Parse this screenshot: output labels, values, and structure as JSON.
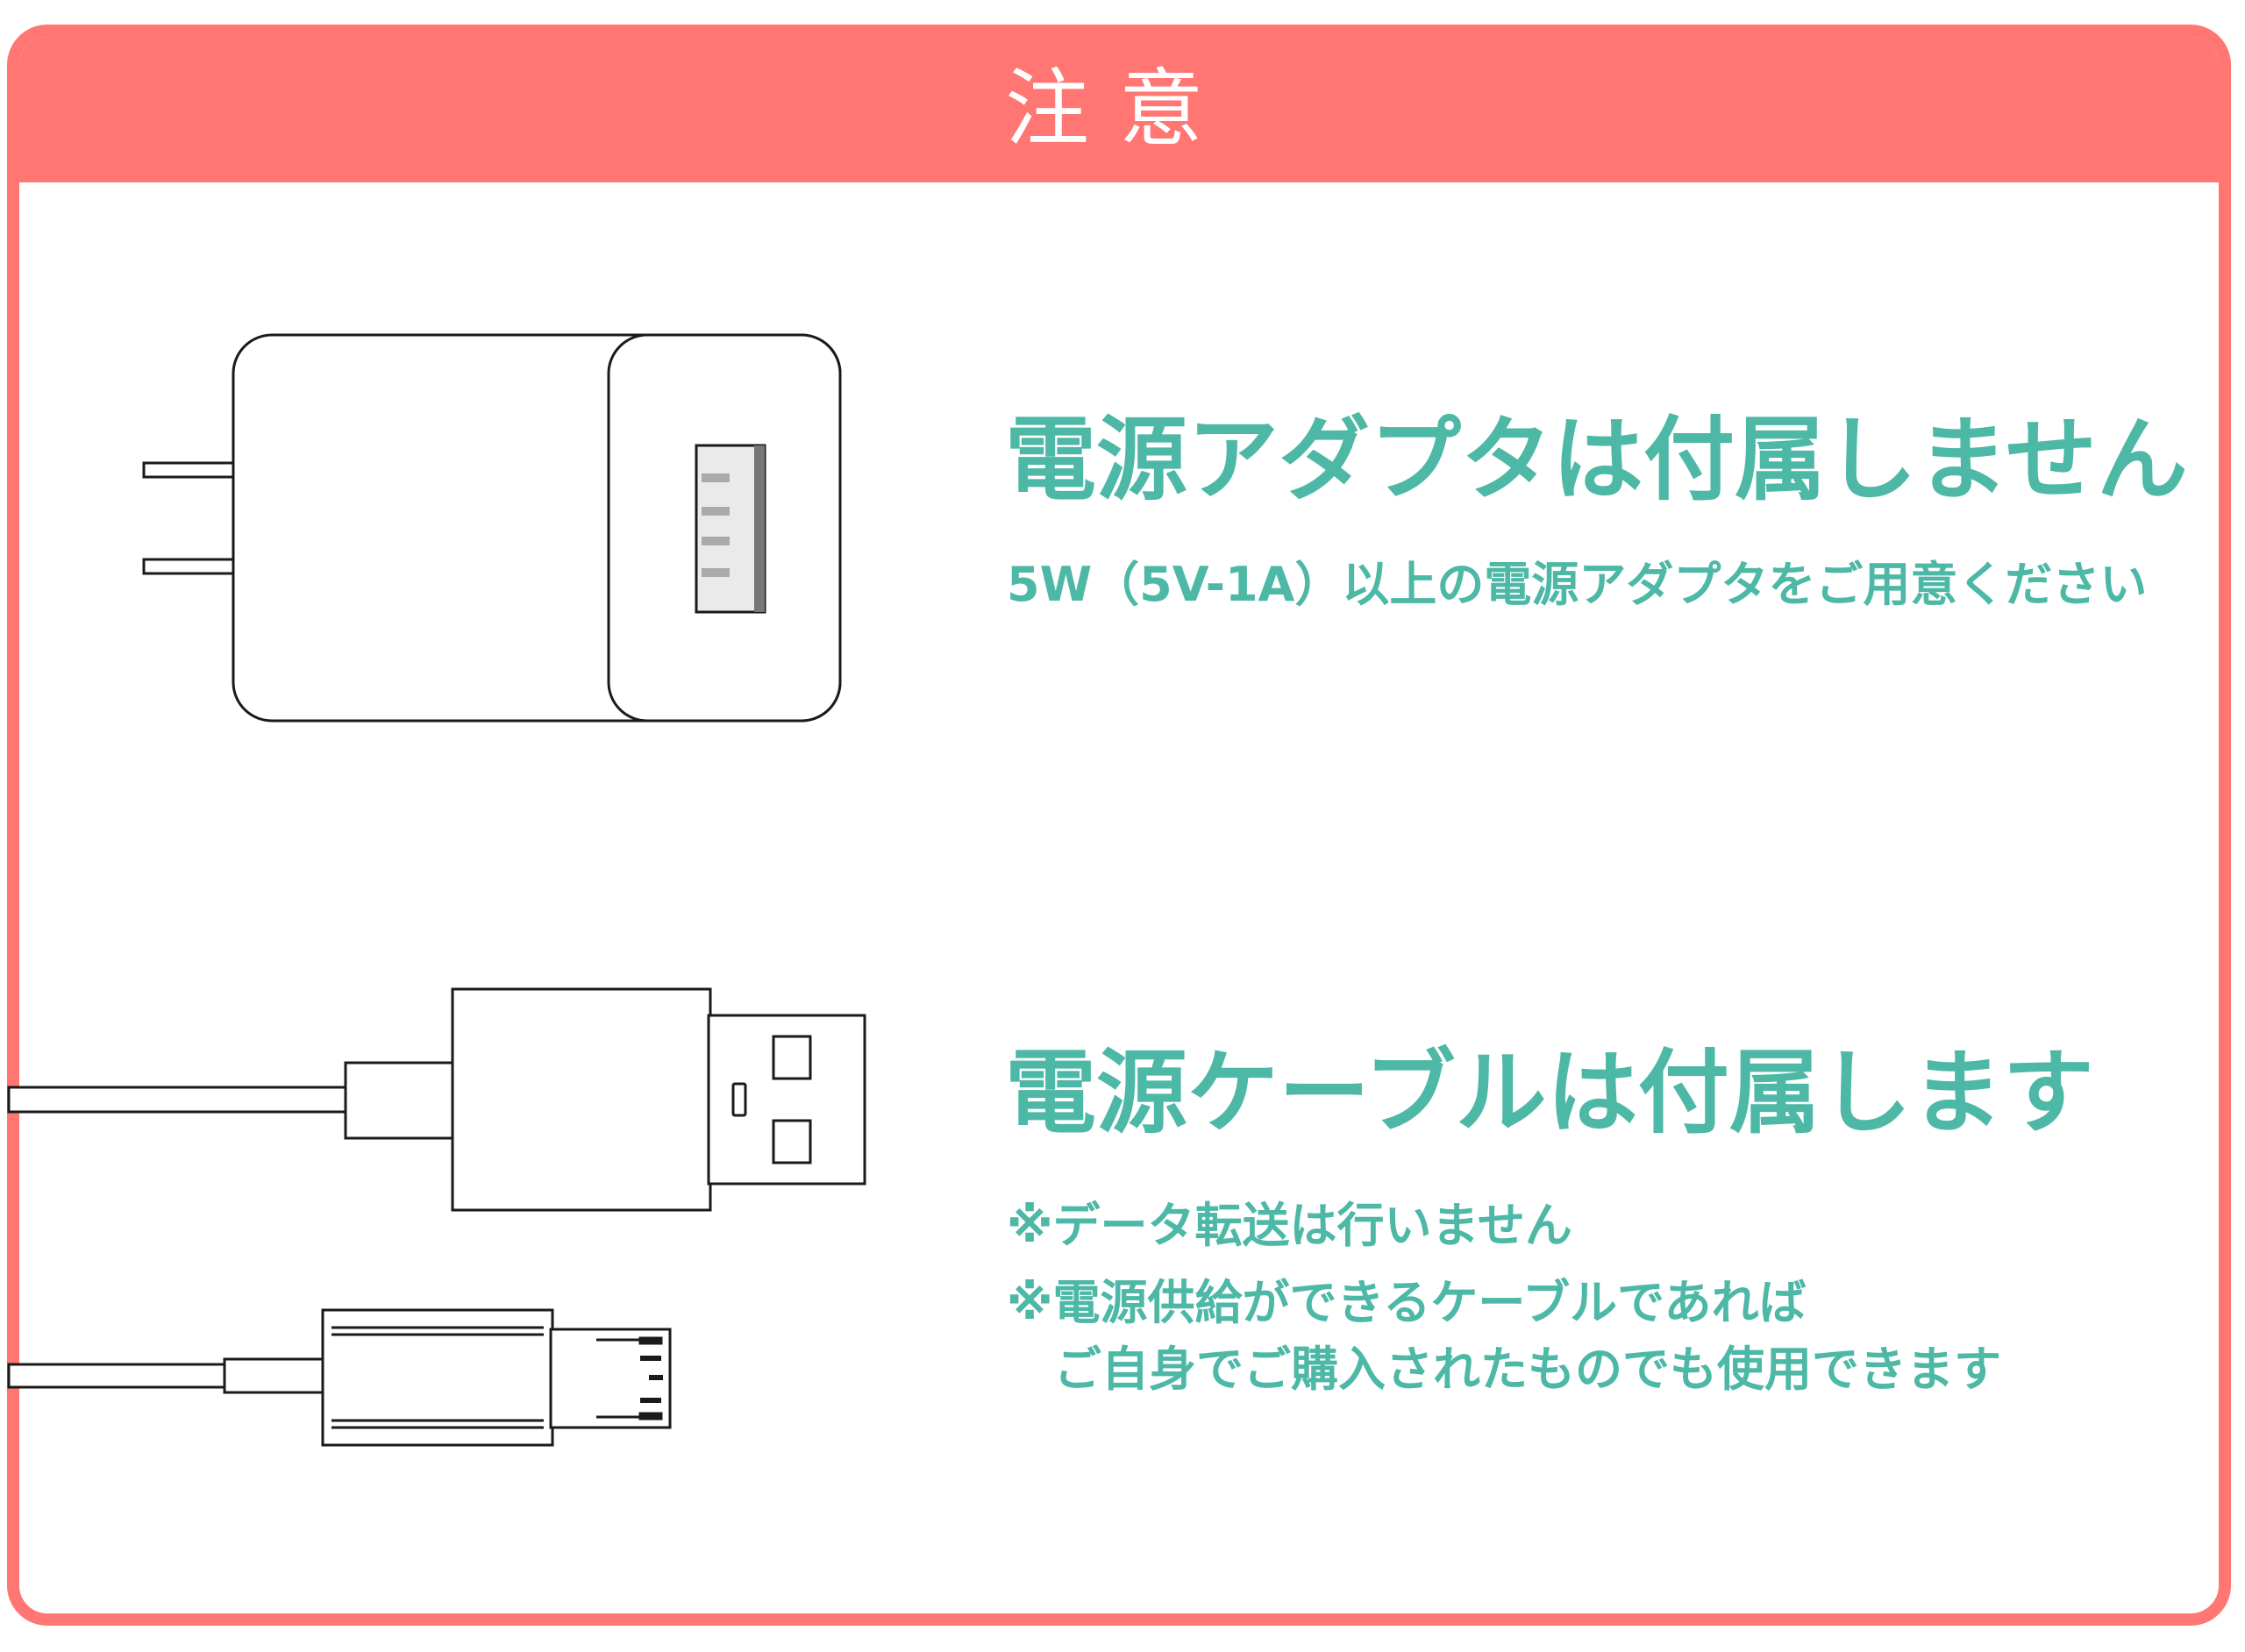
{
  "header": {
    "title": "注意"
  },
  "adapter": {
    "heading_pre": "電源アダプタは",
    "heading_emph": "付属しません",
    "subtext": "5W（5V-1A）以上の電源アダプタをご用意ください"
  },
  "cable": {
    "heading_pre": "電源ケーブルは",
    "heading_emph": "付属します",
    "notes": [
      "※データ転送は行いません",
      "※電源供給ができるケーブルであれば",
      "　ご自身でご購入されたものでも使用できます"
    ]
  },
  "colors": {
    "accent": "#ff7672",
    "text": "#4db8a6",
    "highlight": "#ffc3c1"
  },
  "icons": [
    "power-adapter-icon",
    "usb-a-cable-icon",
    "micro-usb-cable-icon"
  ]
}
